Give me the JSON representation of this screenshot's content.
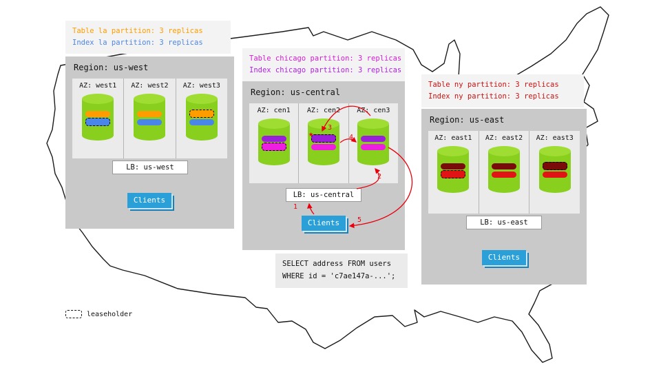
{
  "legend": {
    "label": "leaseholder"
  },
  "icons": {
    "leaseholder_star": "★"
  },
  "colors": {
    "arrow": "#e8000d",
    "region_bg": "#c9c9c9",
    "az_panel_bg": "#ebebeb",
    "annotation_bg": "#f3f3f3",
    "cylinder_green": "#88d01d",
    "clients_blue": "#2b9fd8"
  },
  "query_flow": {
    "steps": [
      "1",
      "2",
      "3",
      "4",
      "5"
    ]
  },
  "regions": {
    "west": {
      "annotation": {
        "table": "Table la partition: 3 replicas",
        "index": "Index la partition: 3 replicas"
      },
      "annotation_colors": {
        "table": "#ff9d00",
        "index": "#4a86e8"
      },
      "title": "Region: us-west",
      "azs": [
        {
          "label": "AZ: west1"
        },
        {
          "label": "AZ: west2"
        },
        {
          "label": "AZ: west3"
        }
      ],
      "stripe_colors": {
        "table": "#ff9d00",
        "index": "#4a86e8"
      },
      "leaseholders": {
        "table": "west3",
        "index": "west1"
      },
      "lb_label": "LB: us-west",
      "clients_label": "Clients"
    },
    "central": {
      "annotation": {
        "table": "Table chicago partition: 3 replicas",
        "index": "Index chicago partition: 3 replicas"
      },
      "annotation_colors": {
        "table": "#d41ed4",
        "index": "#b31ee8"
      },
      "title": "Region: us-central",
      "azs": [
        {
          "label": "AZ: cen1"
        },
        {
          "label": "AZ: cen2"
        },
        {
          "label": "AZ: cen3"
        }
      ],
      "stripe_colors": {
        "table": "#9a1fd8",
        "index": "#ee1fe0"
      },
      "leaseholders": {
        "table": "cen2",
        "index": "cen1"
      },
      "lb_label": "LB: us-central",
      "clients_label": "Clients",
      "sql": {
        "line1": "SELECT address FROM users",
        "line2": "WHERE id = 'c7ae147a-...';"
      }
    },
    "east": {
      "annotation": {
        "table": "Table ny partition: 3 replicas",
        "index": "Index ny partition: 3 replicas"
      },
      "annotation_colors": {
        "table": "#cc1111",
        "index": "#cc1111"
      },
      "title": "Region: us-east",
      "azs": [
        {
          "label": "AZ: east1"
        },
        {
          "label": "AZ: east2"
        },
        {
          "label": "AZ: east3"
        }
      ],
      "stripe_colors": {
        "table": "#7a0b0b",
        "index": "#e01414"
      },
      "leaseholders": {
        "table": "east3",
        "index": "east1"
      },
      "lb_label": "LB: us-east",
      "clients_label": "Clients"
    }
  }
}
